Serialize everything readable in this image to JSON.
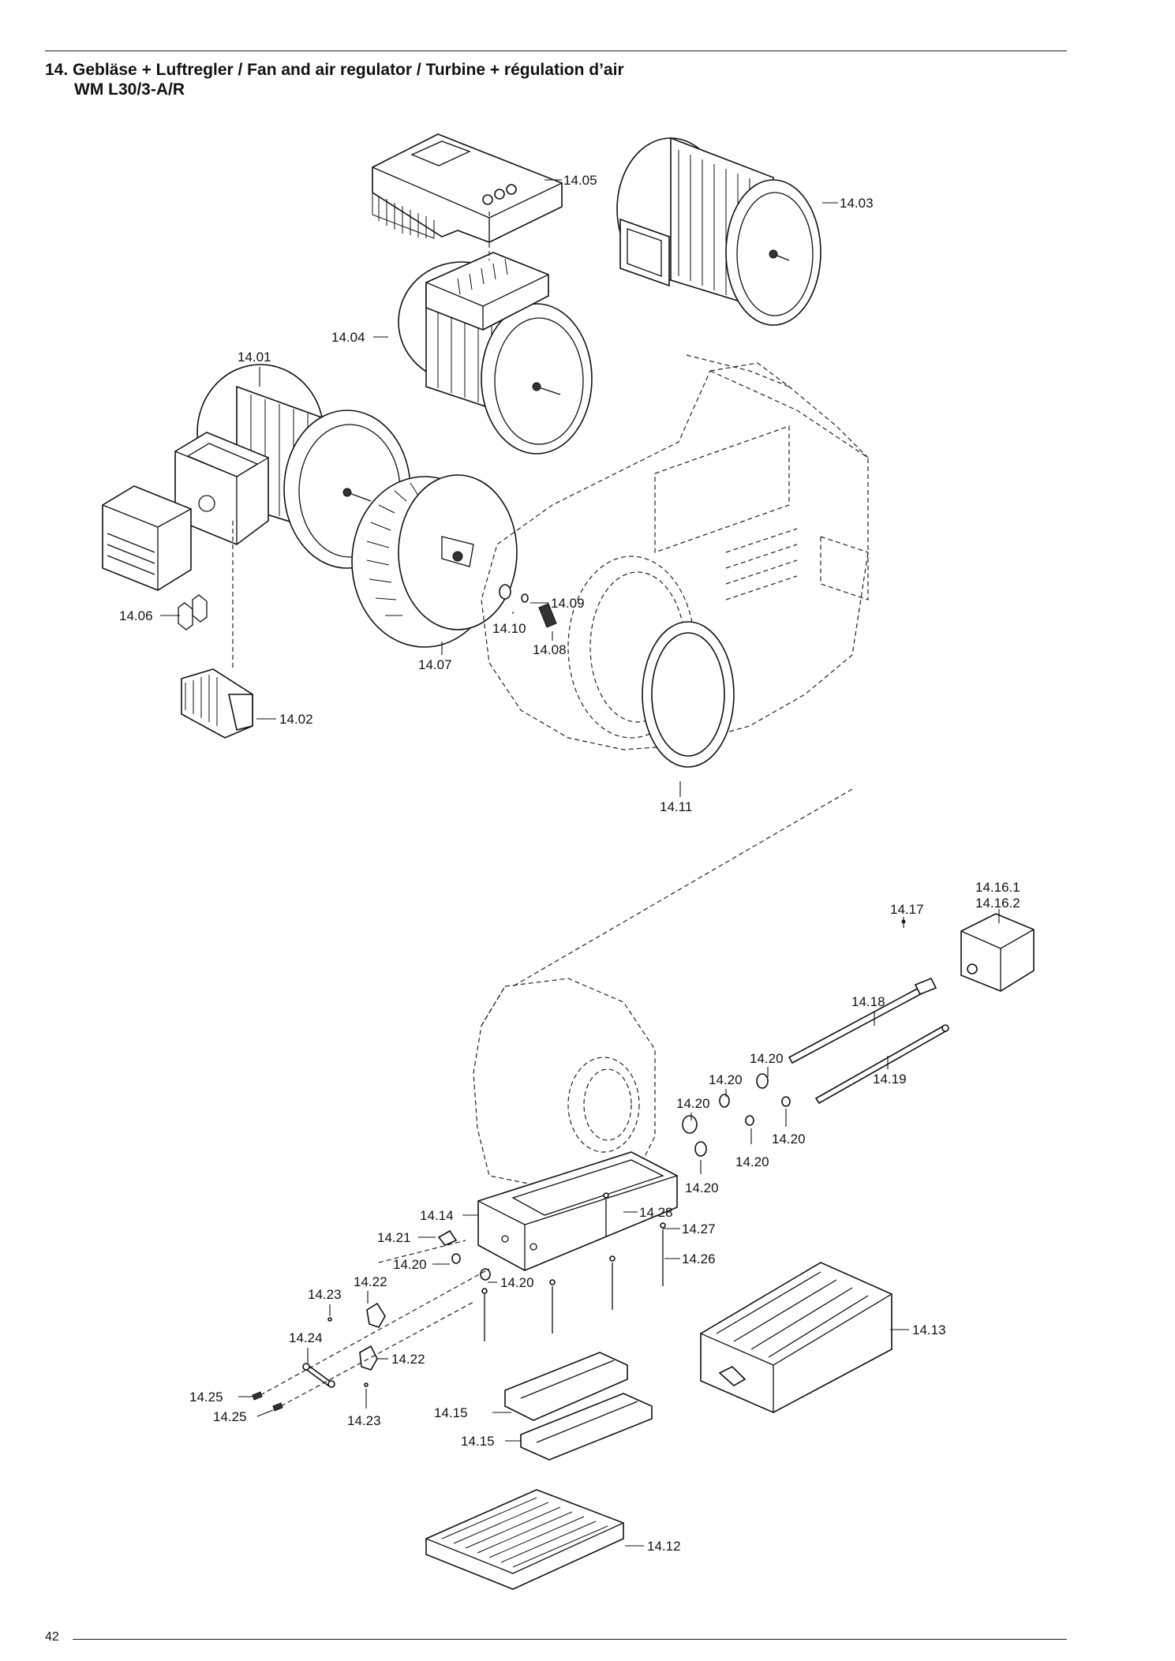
{
  "header": {
    "title_line1": "14. Gebläse + Luftregler / Fan and air regulator / Turbine + régulation d’air",
    "title_line2": "WM L30/3-A/R"
  },
  "footer": {
    "page_number": "42"
  },
  "parts": {
    "p1405": "14.05",
    "p1403": "14.03",
    "p1404": "14.04",
    "p1401": "14.01",
    "p1406": "14.06",
    "p1402": "14.02",
    "p1407": "14.07",
    "p1409": "14.09",
    "p1410": "14.10",
    "p1408": "14.08",
    "p1411": "14.11",
    "p14161": "14.16.1",
    "p14162": "14.16.2",
    "p1417": "14.17",
    "p1418": "14.18",
    "p1419": "14.19",
    "p1420a": "14.20",
    "p1420b": "14.20",
    "p1420c": "14.20",
    "p1420d": "14.20",
    "p1420e": "14.20",
    "p1420f": "14.20",
    "p1420g": "14.20",
    "p1420h": "14.20",
    "p1414": "14.14",
    "p1428": "14.28",
    "p1427": "14.27",
    "p1426": "14.26",
    "p1421": "14.21",
    "p1422a": "14.22",
    "p1422b": "14.22",
    "p1423a": "14.23",
    "p1423b": "14.23",
    "p1424": "14.24",
    "p1425a": "14.25",
    "p1425b": "14.25",
    "p1413": "14.13",
    "p1415a": "14.15",
    "p1415b": "14.15",
    "p1412": "14.12"
  }
}
